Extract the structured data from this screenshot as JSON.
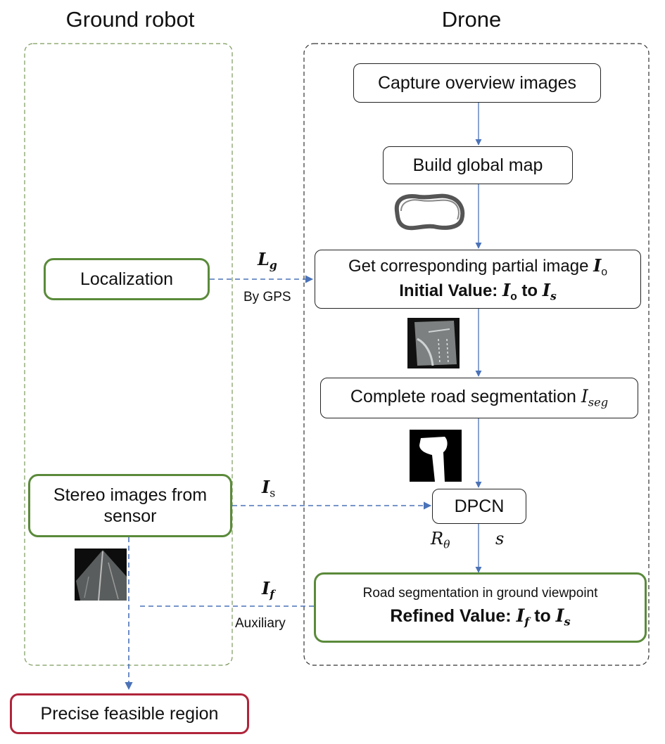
{
  "columns": {
    "ground_robot": "Ground robot",
    "drone": "Drone"
  },
  "nodes": {
    "capture": "Capture overview images",
    "build_map": "Build global map",
    "get_partial_line1": "Get corresponding partial image ",
    "get_partial_var": "I",
    "get_partial_sub": "o",
    "initial_prefix": "Initial Value: ",
    "initial_var1": "I",
    "initial_sub1": "o",
    "initial_mid": " to ",
    "initial_var2": "I",
    "initial_sub2": "s",
    "road_seg_text": "Complete road segmentation ",
    "road_seg_var": "I",
    "road_seg_sub": "seg",
    "dpcn": "DPCN",
    "refined_line1": "Road segmentation in ground viewpoint",
    "refined_prefix": "Refined Value: ",
    "refined_var1": "I",
    "refined_sub1": "f",
    "refined_mid": " to ",
    "refined_var2": "I",
    "refined_sub2": "s",
    "localization": "Localization",
    "stereo": "Stereo images from sensor",
    "precise": "Precise feasible region"
  },
  "edge_labels": {
    "lg_var": "L",
    "lg_sub": "g",
    "by_gps": "By GPS",
    "is_var": "I",
    "is_sub": "s",
    "r_theta_var": "R",
    "r_theta_sub": "θ",
    "s_var": "s",
    "if_var": "I",
    "if_sub": "f",
    "auxiliary": "Auxiliary"
  },
  "colors": {
    "arrow": "#4a72b8",
    "ground_frame": "#7a9a5a",
    "drone_frame": "#333333",
    "green_box": "#5a8a3a",
    "red_box": "#b0243a"
  }
}
